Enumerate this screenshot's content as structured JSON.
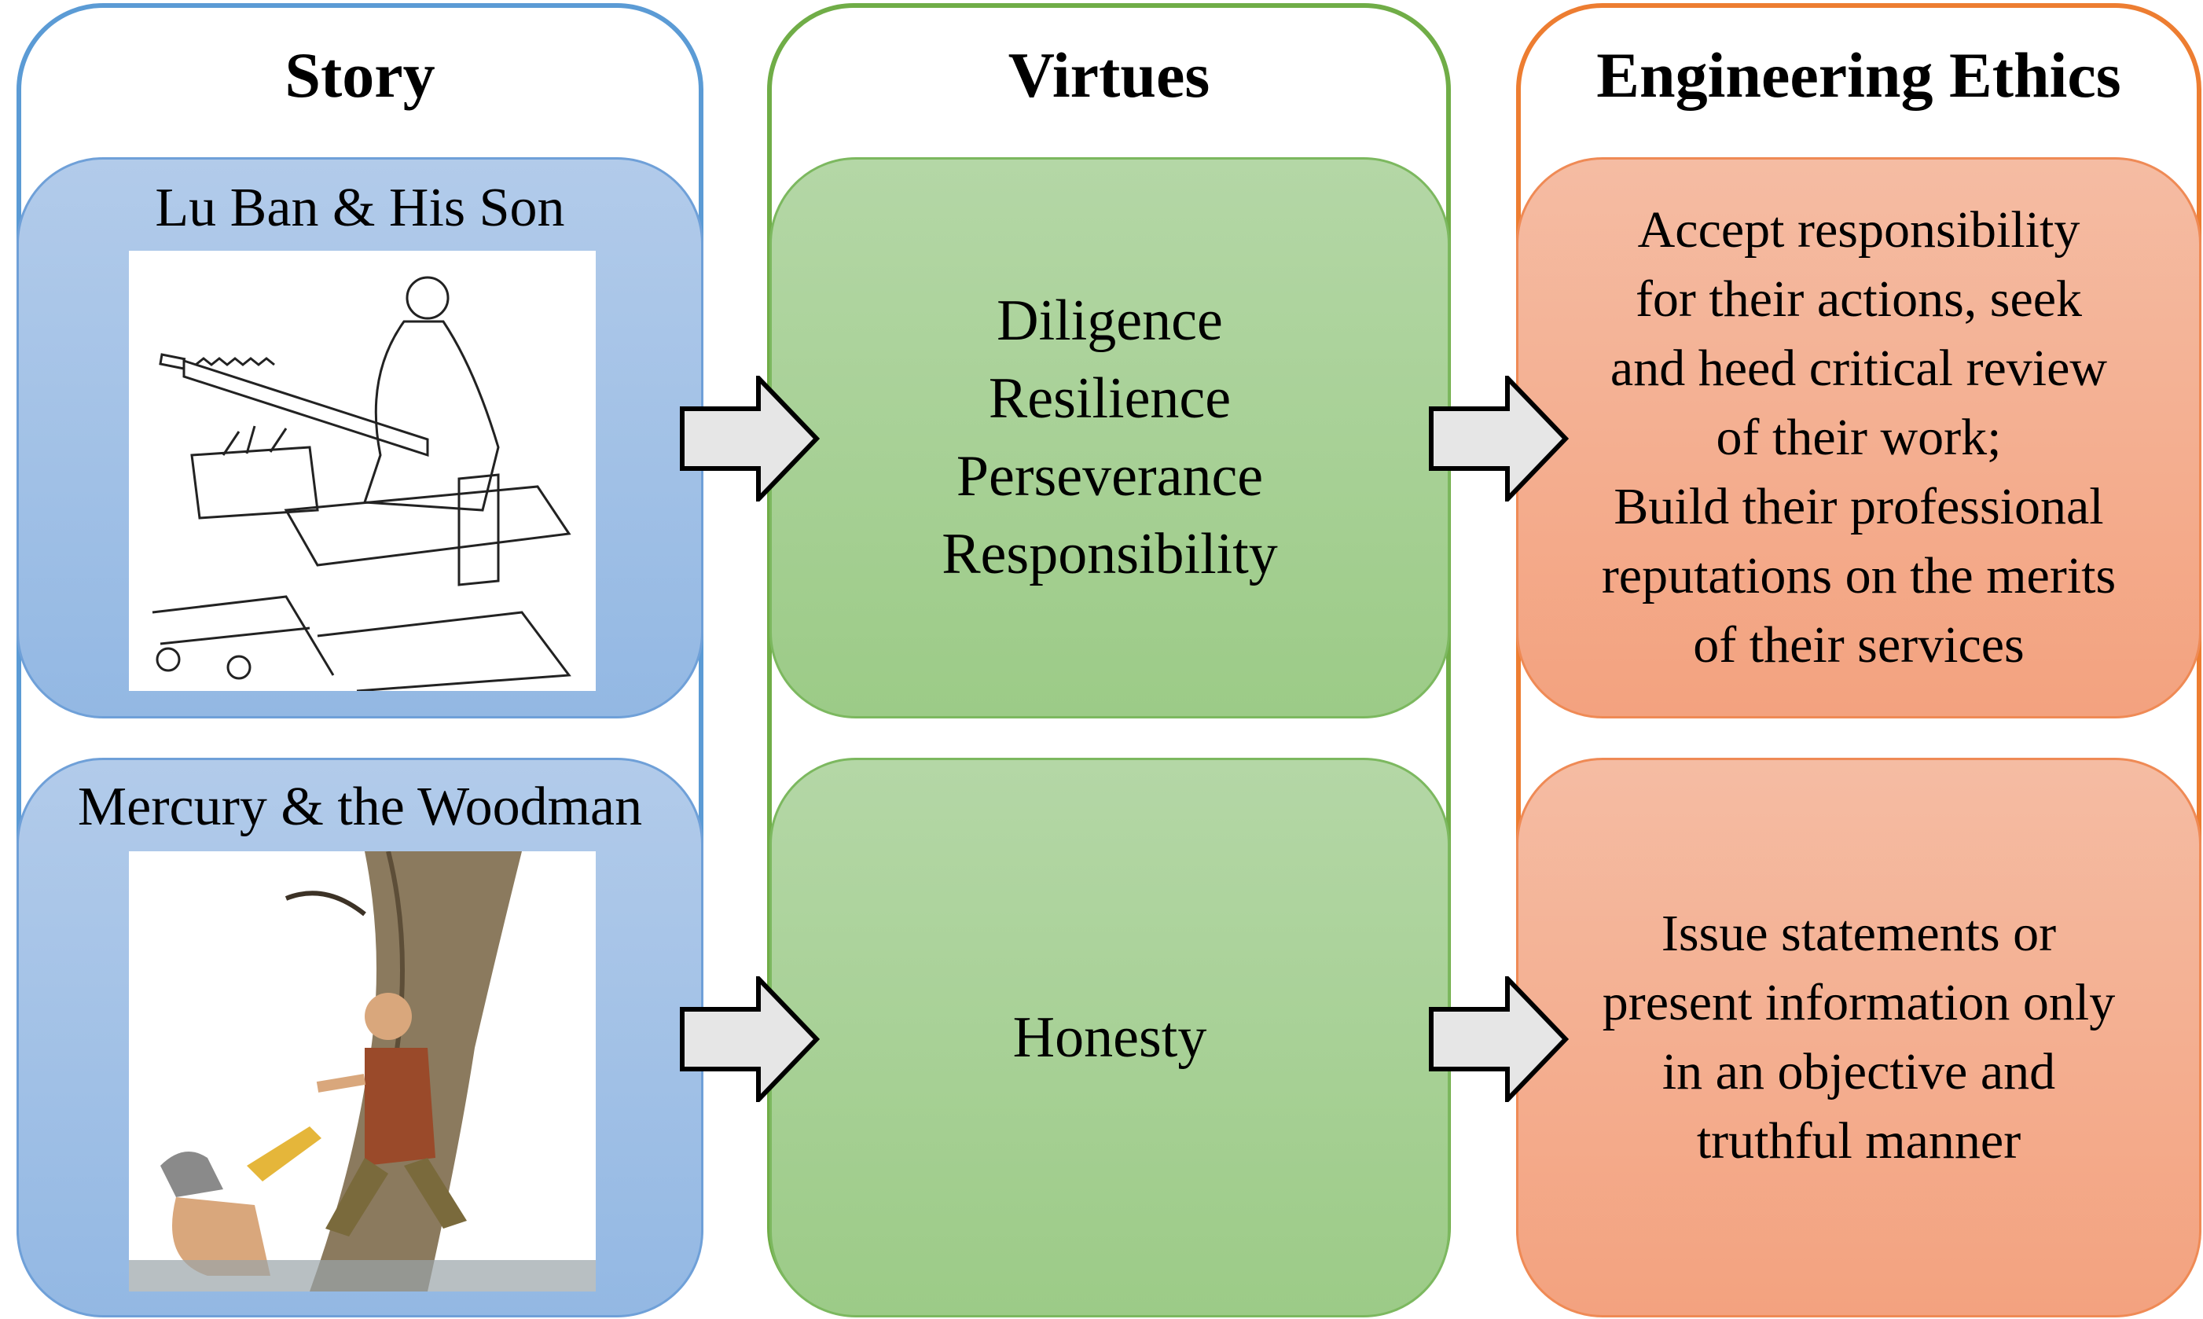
{
  "columns": {
    "story": {
      "title": "Story"
    },
    "virtues": {
      "title": "Virtues"
    },
    "ethics": {
      "title": "Engineering Ethics"
    }
  },
  "stories": [
    {
      "title": "Lu Ban & His Son",
      "image": "lu-ban-illustration"
    },
    {
      "title": "Mercury & the Woodman",
      "image": "mercury-woodman-illustration"
    }
  ],
  "virtues": [
    {
      "lines": [
        "Diligence",
        "Resilience",
        "Perseverance",
        "Responsibility"
      ]
    },
    {
      "lines": [
        "Honesty"
      ]
    }
  ],
  "ethics": [
    {
      "lines": [
        "Accept responsibility",
        "for their actions, seek",
        "and heed critical review",
        "of their work;",
        "Build their professional",
        "reputations on the merits",
        "of their services"
      ]
    },
    {
      "lines": [
        "Issue statements or",
        "present information only",
        "in an objective and",
        "truthful manner"
      ]
    }
  ],
  "colors": {
    "story": "#5b9bd5",
    "virtues": "#70ad47",
    "ethics": "#ed7d31",
    "arrow_fill": "#e6e6e6"
  }
}
